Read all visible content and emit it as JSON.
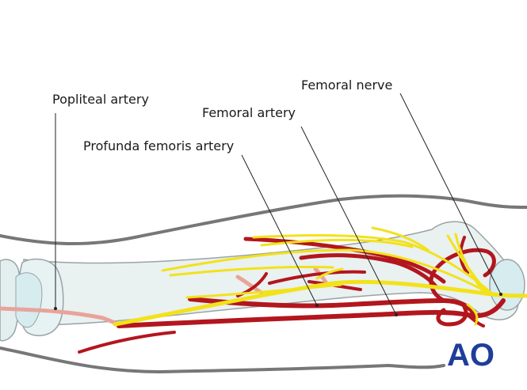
{
  "labels": {
    "popliteal_artery": "Popliteal artery",
    "femoral_artery": "Femoral artery",
    "femoral_nerve": "Femoral nerve",
    "profunda_femoris_artery": "Profunda femoris artery"
  },
  "logo": {
    "text": "AO",
    "color": "#1f3d99"
  },
  "colors": {
    "artery": "#b3161d",
    "artery_light": "#e8a49a",
    "nerve": "#f2e21a",
    "nerve_outline": "#9a8a12",
    "bone_fill": "#eaf1f1",
    "bone_outline": "#9aa3a5",
    "skin_outline": "#777777",
    "leader": "#222222"
  },
  "icons": {
    "logo": "ao-foundation-logo"
  }
}
